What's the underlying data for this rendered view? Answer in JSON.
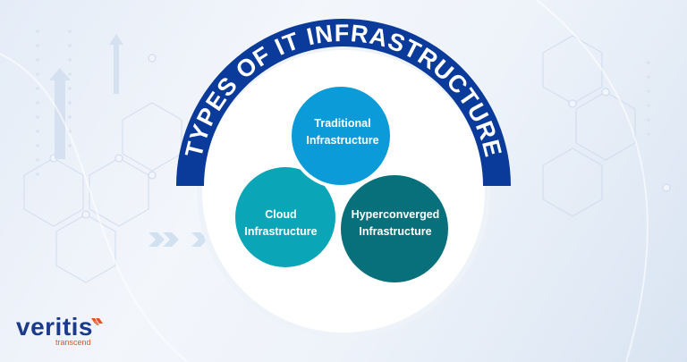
{
  "title": "TYPES OF IT INFRASTRUCTURE",
  "circles": [
    {
      "id": "traditional",
      "line1": "Traditional",
      "line2": "Infrastructure",
      "color": "#0c9bd9"
    },
    {
      "id": "cloud",
      "line1": "Cloud",
      "line2": "Infrastructure",
      "color": "#0aa6b8"
    },
    {
      "id": "hyperconverged",
      "line1": "Hyperconverged",
      "line2": "Infrastructure",
      "color": "#07707a"
    }
  ],
  "colors": {
    "arc": "#0a3a9a",
    "white_disc": "#ffffff",
    "logo_primary": "#1a3a8c",
    "logo_accent": "#e8502a"
  },
  "logo": {
    "name": "veritis",
    "tagline": "transcend"
  }
}
